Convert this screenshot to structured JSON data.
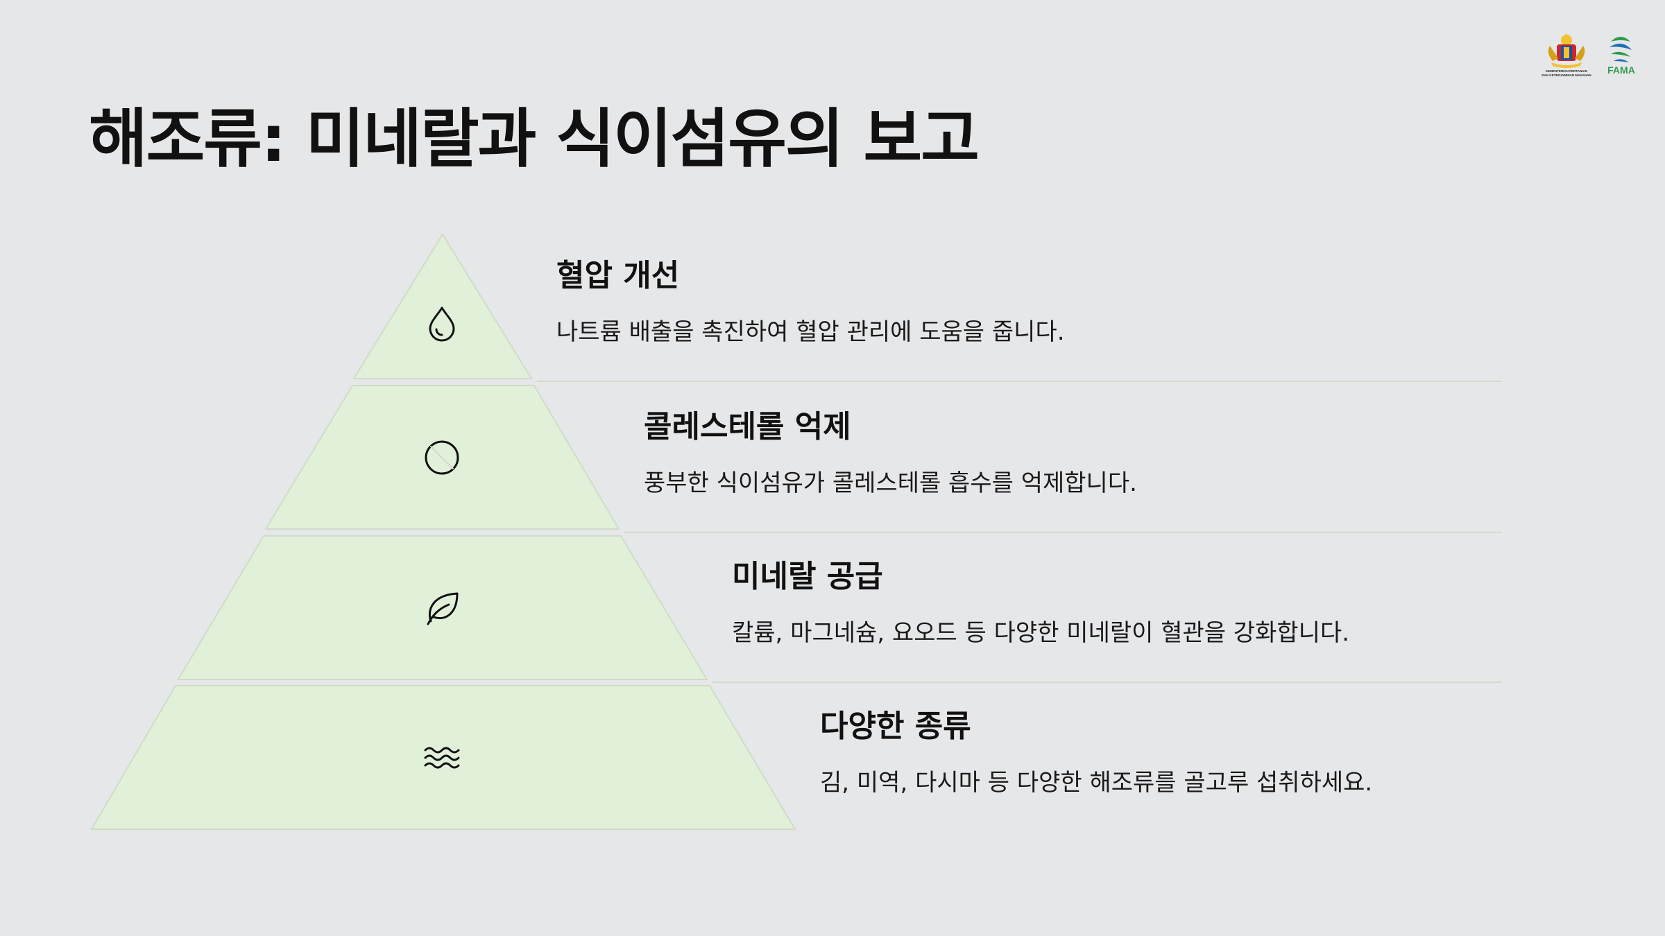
{
  "slide": {
    "title": "해조류: 미네랄과 식이섬유의 보고"
  },
  "logos": {
    "ministry": {
      "icon": "malaysia-coat-of-arms-icon",
      "line1": "KEMENTERIAN PERTANIAN",
      "line2": "DAN KETERJAMINAN MAKANAN"
    },
    "fama": {
      "icon": "fama-logo-icon",
      "label": "FAMA",
      "colors": {
        "green": "#2e9c4a",
        "blue": "#1e6fb8"
      }
    }
  },
  "colors": {
    "tier_fill": "#e1f0d9",
    "tier_stroke": "#cfdcc8",
    "divider": "#d2dbc9",
    "background": "#e6e7e9"
  },
  "tiers": [
    {
      "icon": "water-drop-icon",
      "heading": "혈압 개선",
      "description": "나트륨 배출을 촉진하여 혈압 관리에 도움을 줍니다."
    },
    {
      "icon": "prohibited-icon",
      "heading": "콜레스테롤 억제",
      "description": "풍부한 식이섬유가 콜레스테롤 흡수를 억제합니다."
    },
    {
      "icon": "leaf-icon",
      "heading": "미네랄 공급",
      "description": "칼륨, 마그네슘, 요오드 등 다양한 미네랄이 혈관을 강화합니다."
    },
    {
      "icon": "waves-icon",
      "heading": "다양한 종류",
      "description": "김, 미역, 다시마 등 다양한 해조류를 골고루 섭취하세요."
    }
  ]
}
